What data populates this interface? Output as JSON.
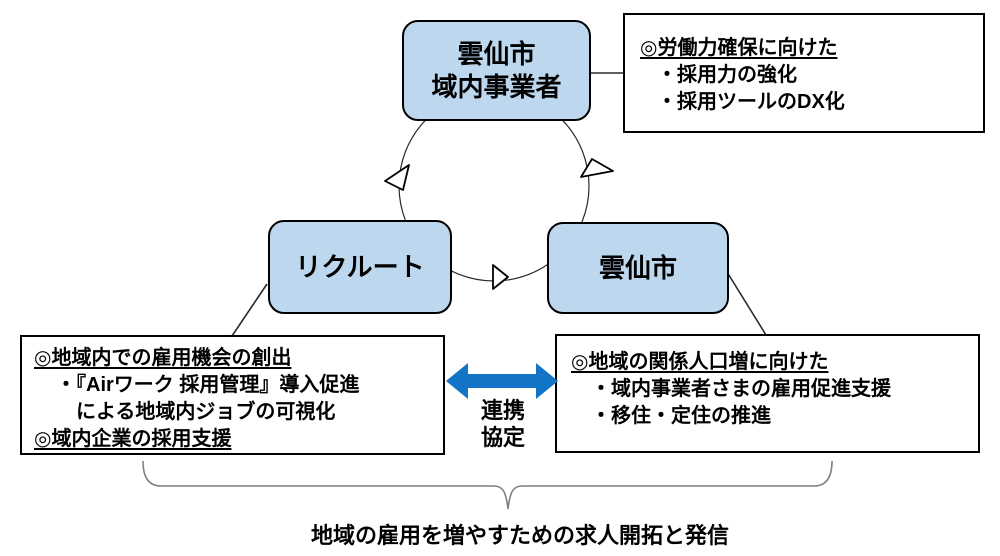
{
  "diagram": {
    "caption": "地域の雇用を増やすための求人開拓と発信",
    "nodes": {
      "business": {
        "line1": "雲仙市",
        "line2": "域内事業者"
      },
      "recruit": {
        "label": "リクルート"
      },
      "city": {
        "label": "雲仙市"
      }
    },
    "callouts": {
      "labor": {
        "heading": "◎労働力確保に向けた",
        "item1": "・採用力の強化",
        "item2": "・採用ツールのDX化"
      },
      "recruit_role": {
        "heading": "◎地域内での雇用機会の創出",
        "item1": "・『Airワーク 採用管理』導入促進",
        "item1_cont": "による地域内ジョブの可視化",
        "heading2": "◎域内企業の採用支援"
      },
      "city_role": {
        "heading": "◎地域の関係人口増に向けた",
        "item1": "・域内事業者さまの雇用促進支援",
        "item2": "・移住・定住の推進"
      }
    },
    "partnership": {
      "line1": "連携",
      "line2": "協定"
    },
    "colors": {
      "node_fill": "#BDD7EE",
      "node_border": "#000000",
      "arrow_blue": "#1274C6",
      "arrowhead_fill": "#FFFFFF",
      "line_black": "#2A2A2A",
      "brace_gray": "#7F7F7F"
    }
  }
}
